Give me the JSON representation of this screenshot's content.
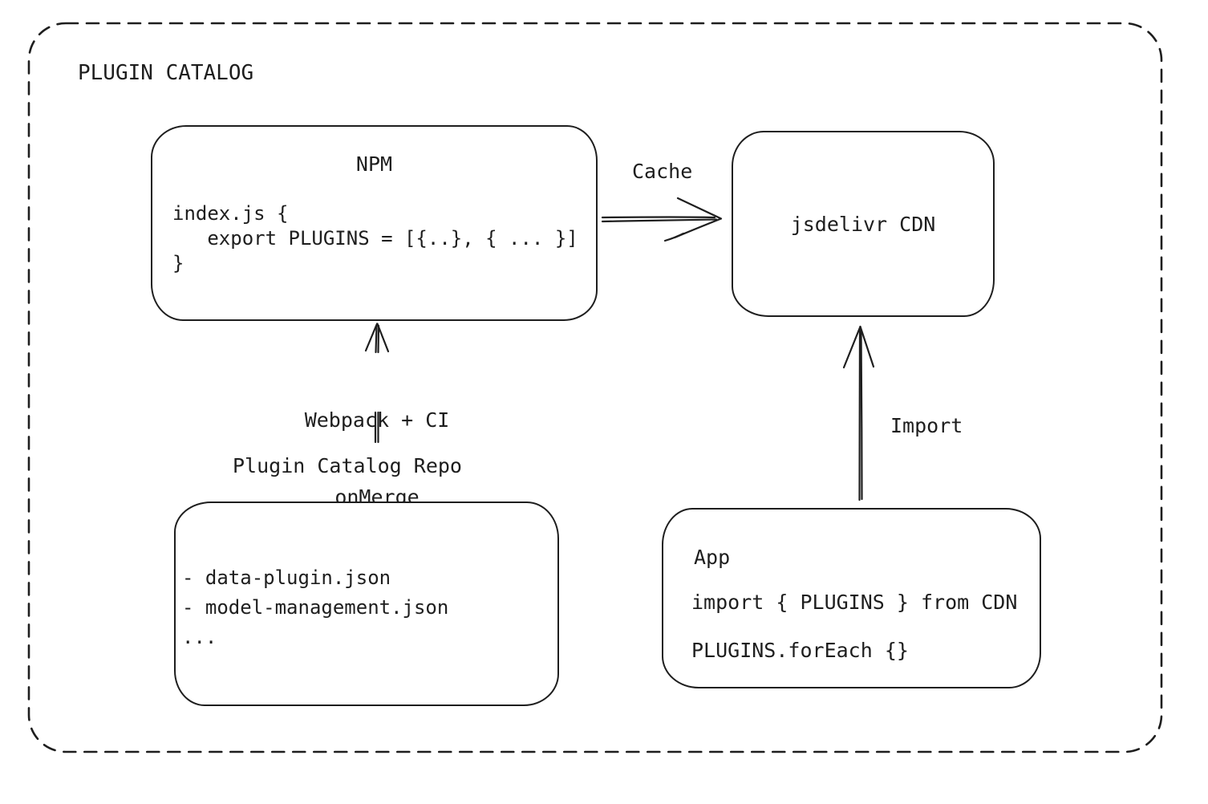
{
  "canvas": {
    "title": "PLUGIN CATALOG",
    "colors": {
      "stroke": "#1e1e1e",
      "background": "#ffffff"
    }
  },
  "nodes": {
    "npm": {
      "title": "NPM",
      "code_lines": [
        "index.js {",
        "   export PLUGINS = [{..}, { ... }]",
        "}"
      ]
    },
    "cdn": {
      "title": "jsdelivr CDN"
    },
    "repo": {
      "label": "Plugin Catalog Repo",
      "list_lines": [
        "- data-plugin.json",
        "- model-management.json",
        "..."
      ]
    },
    "app": {
      "title": "App",
      "code_lines": [
        "import { PLUGINS } from CDN",
        "PLUGINS.forEach {}"
      ]
    }
  },
  "edges": {
    "cache": {
      "label": "Cache"
    },
    "build": {
      "label_lines": [
        "Webpack + CI",
        "onMerge"
      ]
    },
    "import": {
      "label": "Import"
    }
  }
}
